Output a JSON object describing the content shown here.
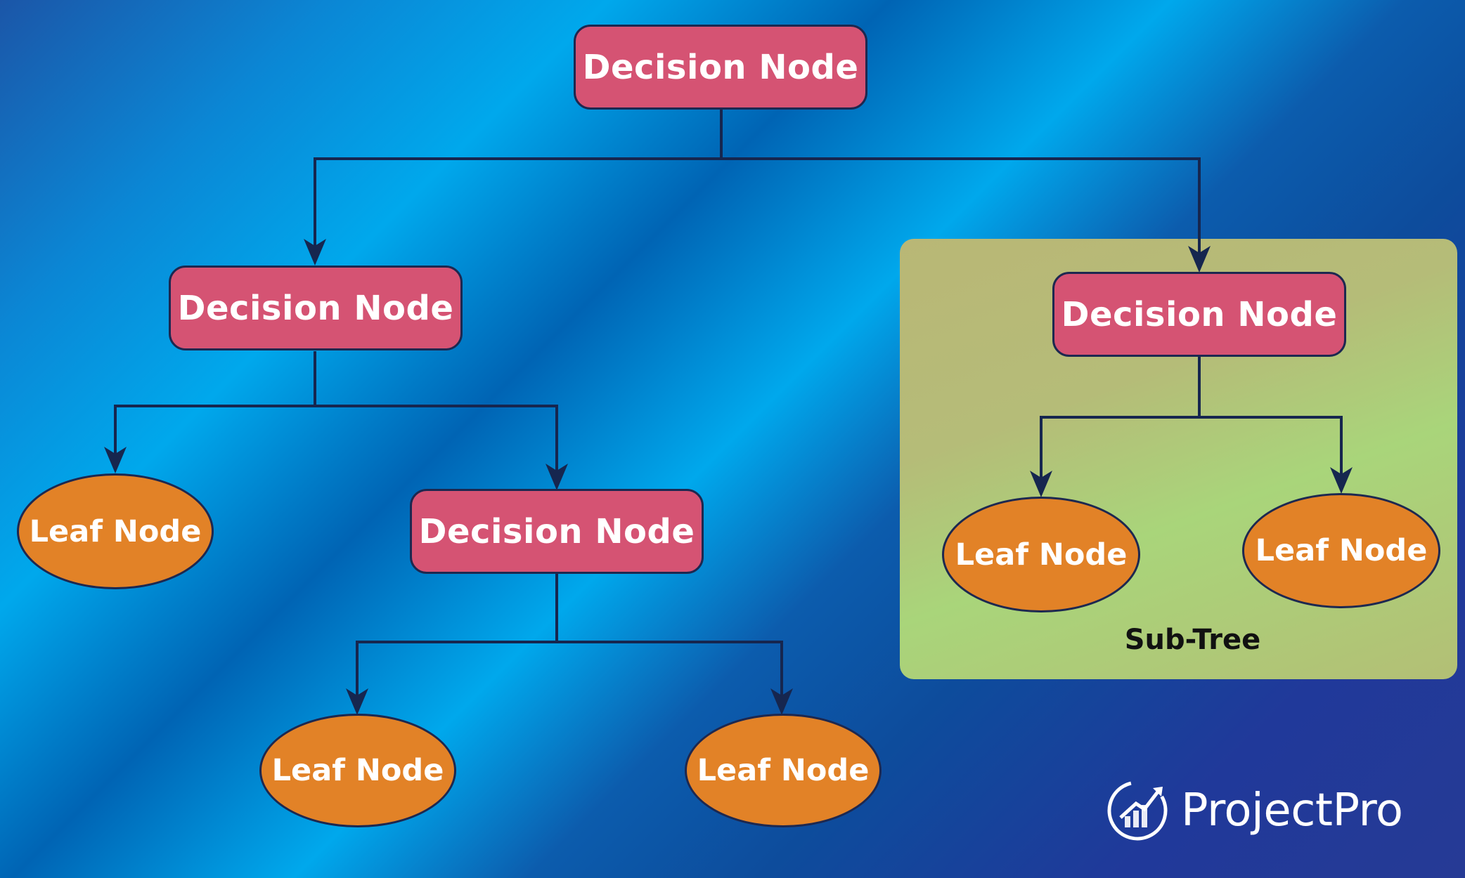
{
  "diagram": {
    "root": {
      "label": "Decision Node"
    },
    "left_decision": {
      "label": "Decision Node"
    },
    "left_leaf": {
      "label": "Leaf Node"
    },
    "middle_decision": {
      "label": "Decision Node"
    },
    "bottom_leaf_left": {
      "label": "Leaf Node"
    },
    "bottom_leaf_right": {
      "label": "Leaf Node"
    },
    "subtree": {
      "label": "Sub-Tree",
      "decision": {
        "label": "Decision Node"
      },
      "leaf_left": {
        "label": "Leaf Node"
      },
      "leaf_right": {
        "label": "Leaf Node"
      }
    }
  },
  "logo": {
    "text": "ProjectPro",
    "icon": "chart-growth-icon"
  },
  "colors": {
    "decision_fill": "#D55373",
    "leaf_fill": "#E28227",
    "outline": "#1D2850",
    "subtree_bg": "#B5BC78",
    "text": "#FFFFFF"
  }
}
